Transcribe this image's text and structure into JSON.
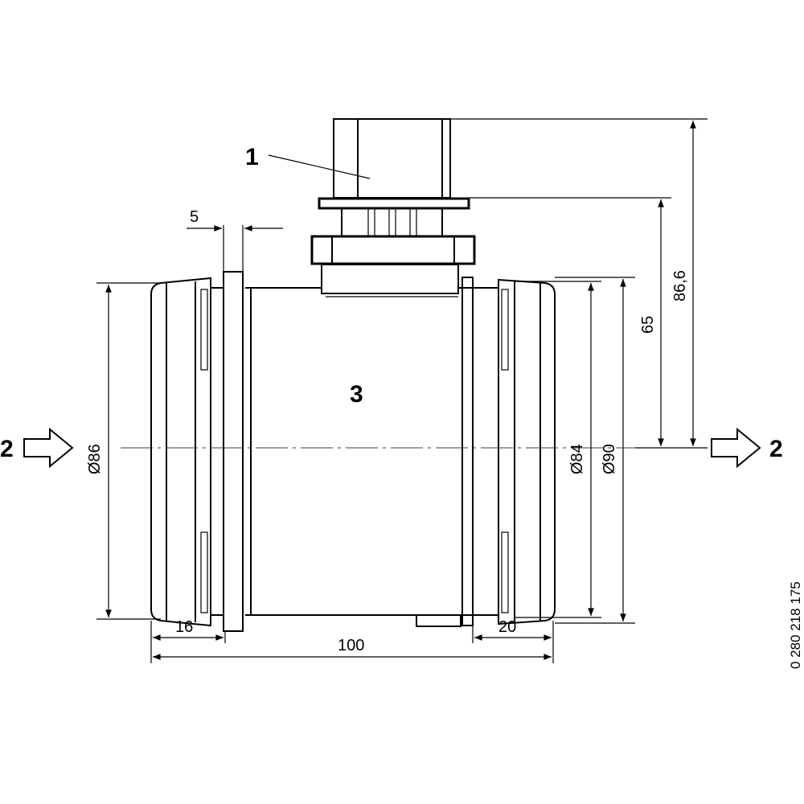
{
  "callouts": {
    "connector": "1",
    "flow_in": "2",
    "flow_out": "2",
    "housing": "3"
  },
  "dimensions": {
    "flange_thickness": "5",
    "left_spigot": "16",
    "overall_length": "100",
    "right_spigot": "20",
    "inlet_diameter": "Ø86",
    "outlet_inner_diameter": "Ø84",
    "outlet_outer_diameter": "Ø90",
    "connector_flange_height": "65",
    "connector_top_height": "86,6"
  },
  "part_number": "0 280 218 175"
}
